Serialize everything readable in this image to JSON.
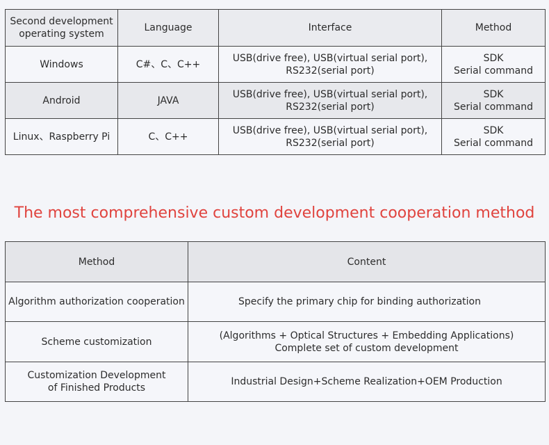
{
  "table1": {
    "headers": [
      "Second development operating system",
      "Language",
      "Interface",
      "Method"
    ],
    "header_lines": [
      [
        "Second development",
        "operating system"
      ]
    ],
    "rows": [
      {
        "os": "Windows",
        "language": "C#、C、C++",
        "interface_1": "USB(drive free), USB(virtual serial port),",
        "interface_2": "RS232(serial port)",
        "method_1": "SDK",
        "method_2": "Serial command"
      },
      {
        "os": "Android",
        "language": "JAVA",
        "interface_1": "USB(drive free), USB(virtual serial port),",
        "interface_2": "RS232(serial port)",
        "method_1": "SDK",
        "method_2": "Serial command"
      },
      {
        "os": "Linux、Raspberry Pi",
        "language": "C、C++",
        "interface_1": "USB(drive free), USB(virtual serial port),",
        "interface_2": "RS232(serial port)",
        "method_1": "SDK",
        "method_2": "Serial command"
      }
    ]
  },
  "heading": "The most comprehensive custom development cooperation method",
  "table2": {
    "headers": [
      "Method",
      "Content"
    ],
    "rows": [
      {
        "method_1": "Algorithm authorization cooperation",
        "method_2": "",
        "content_1": "Specify the primary chip for binding authorization",
        "content_2": ""
      },
      {
        "method_1": "Scheme customization",
        "method_2": "",
        "content_1": "(Algorithms + Optical Structures + Embedding Applications)",
        "content_2": "Complete set of custom development"
      },
      {
        "method_1": "Customization Development",
        "method_2": "of Finished Products",
        "content_1": "Industrial Design+Scheme Realization+OEM Production",
        "content_2": ""
      }
    ]
  },
  "colors": {
    "heading": "#e0433e",
    "border": "#444444",
    "background": "#f4f5f9"
  }
}
